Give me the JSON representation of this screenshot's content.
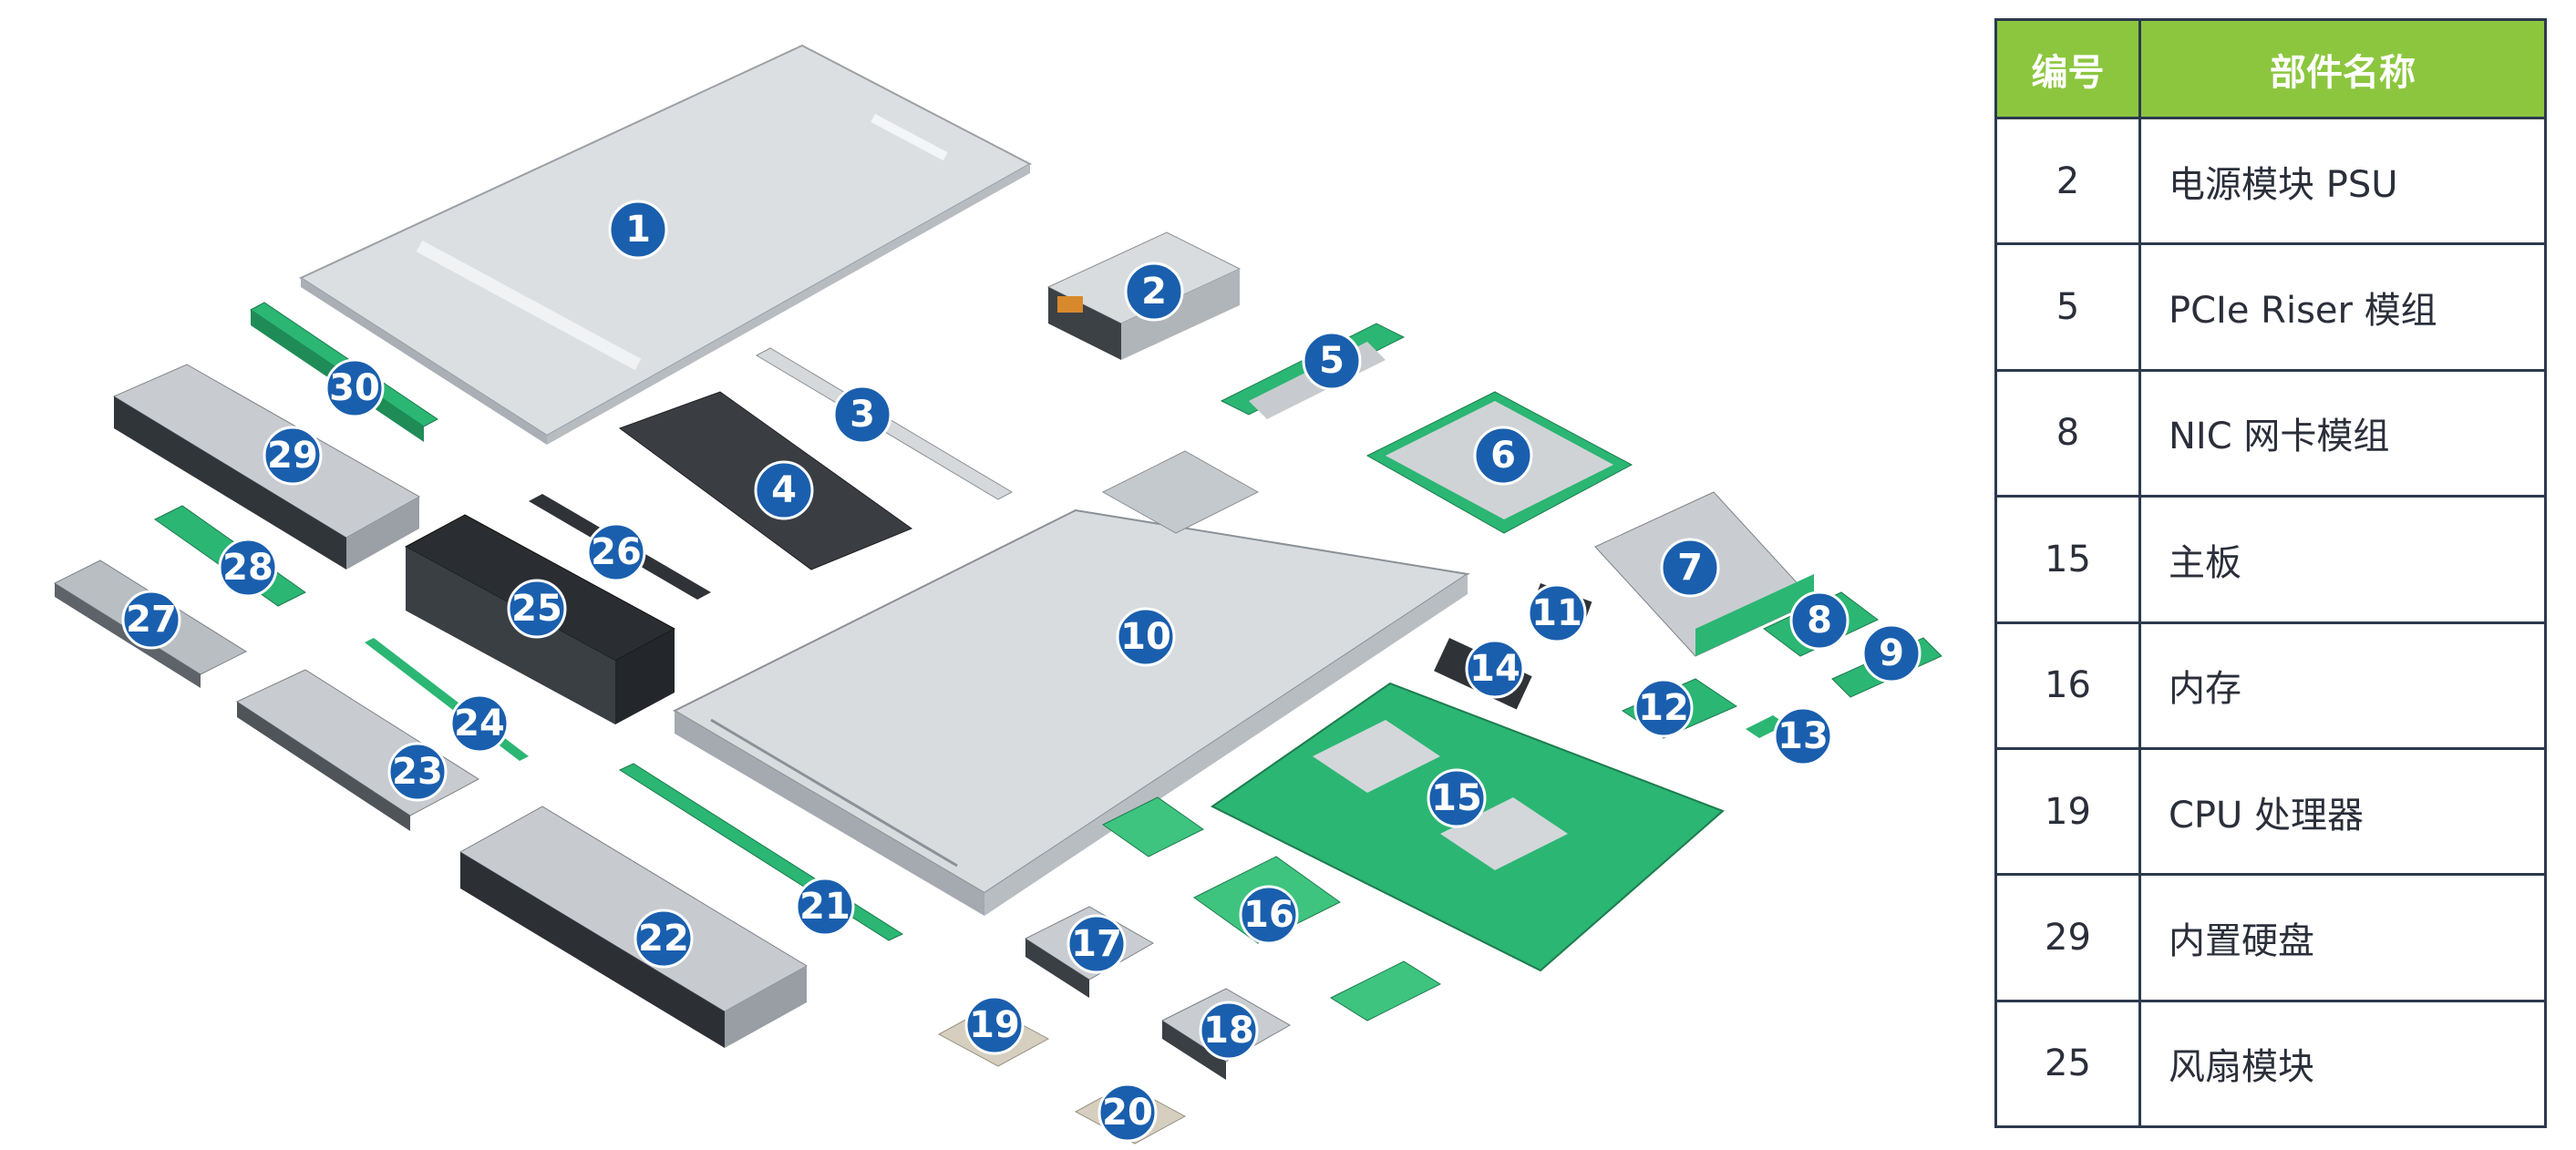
{
  "table": {
    "header_number": "编号",
    "header_name": "部件名称",
    "rows": [
      {
        "number": "2",
        "name": "电源模块 PSU"
      },
      {
        "number": "5",
        "name": "PCIe Riser 模组"
      },
      {
        "number": "8",
        "name": "NIC 网卡模组"
      },
      {
        "number": "15",
        "name": "主板"
      },
      {
        "number": "16",
        "name": "内存"
      },
      {
        "number": "19",
        "name": "CPU 处理器"
      },
      {
        "number": "29",
        "name": "内置硬盘"
      },
      {
        "number": "25",
        "name": "风扇模块"
      }
    ]
  },
  "callouts": [
    "1",
    "2",
    "3",
    "4",
    "5",
    "6",
    "7",
    "8",
    "9",
    "10",
    "11",
    "12",
    "13",
    "14",
    "15",
    "16",
    "17",
    "18",
    "19",
    "20",
    "21",
    "22",
    "23",
    "24",
    "25",
    "26",
    "27",
    "28",
    "29",
    "30"
  ],
  "colors": {
    "badge": "#1a5fae",
    "table_header": "#8cc63f",
    "table_border": "#2c3a4d",
    "pcb_green": "#2bb673",
    "chassis_gray": "#c9ced3",
    "dark_part": "#2f3338"
  }
}
